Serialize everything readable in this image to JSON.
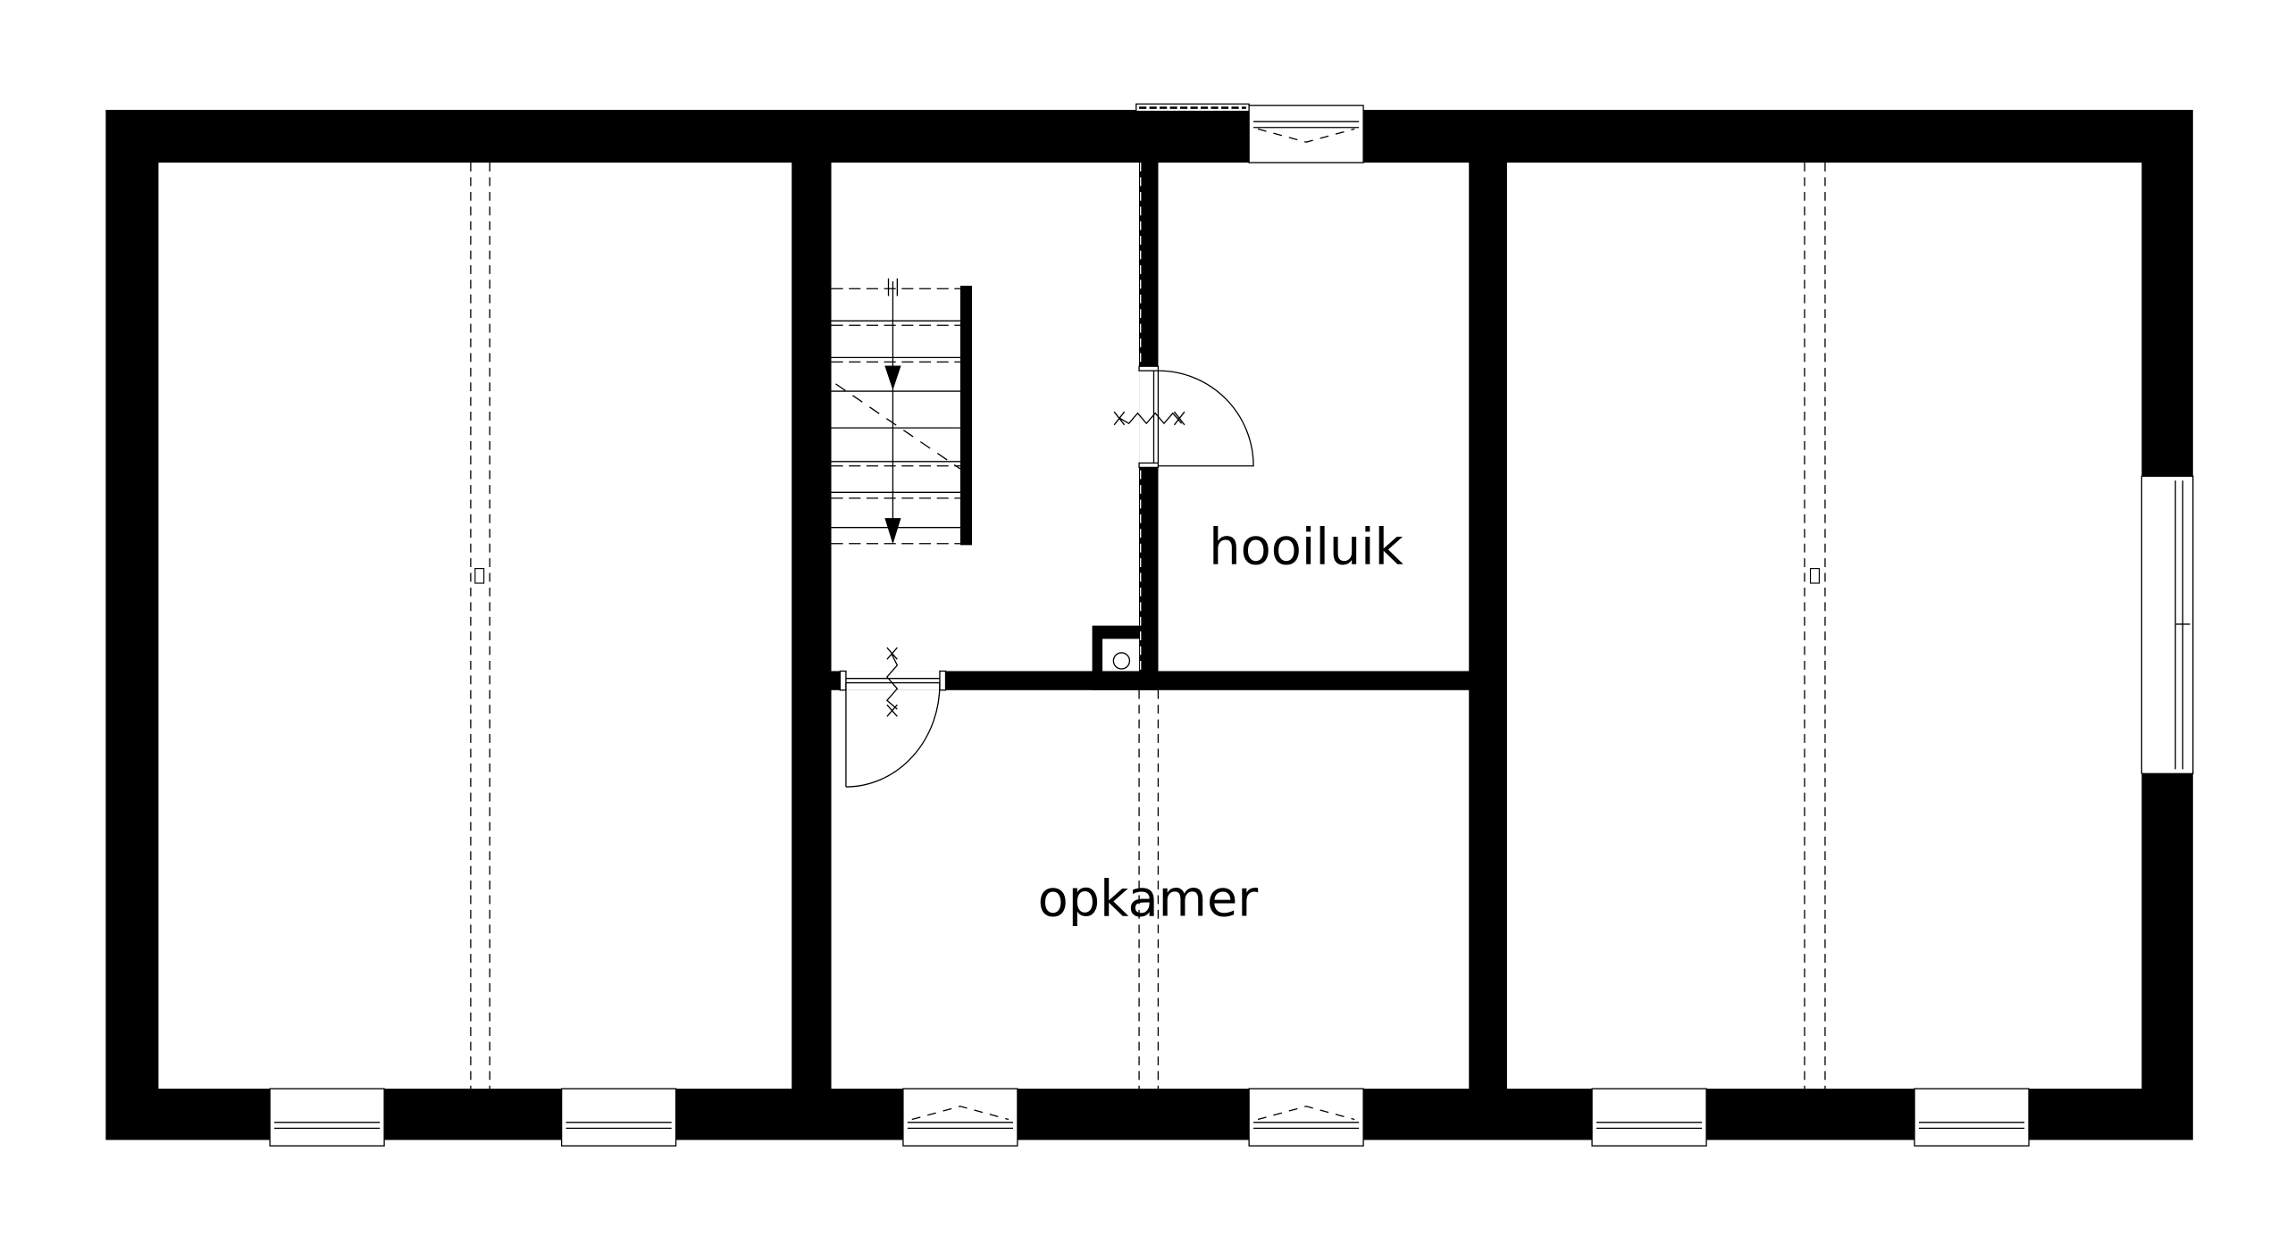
{
  "plan": {
    "rooms": [
      {
        "id": "hooiluik",
        "label": "hooiluik"
      },
      {
        "id": "opkamer",
        "label": "opkamer"
      }
    ],
    "colors": {
      "wall": "#000000",
      "background": "#ffffff"
    }
  }
}
